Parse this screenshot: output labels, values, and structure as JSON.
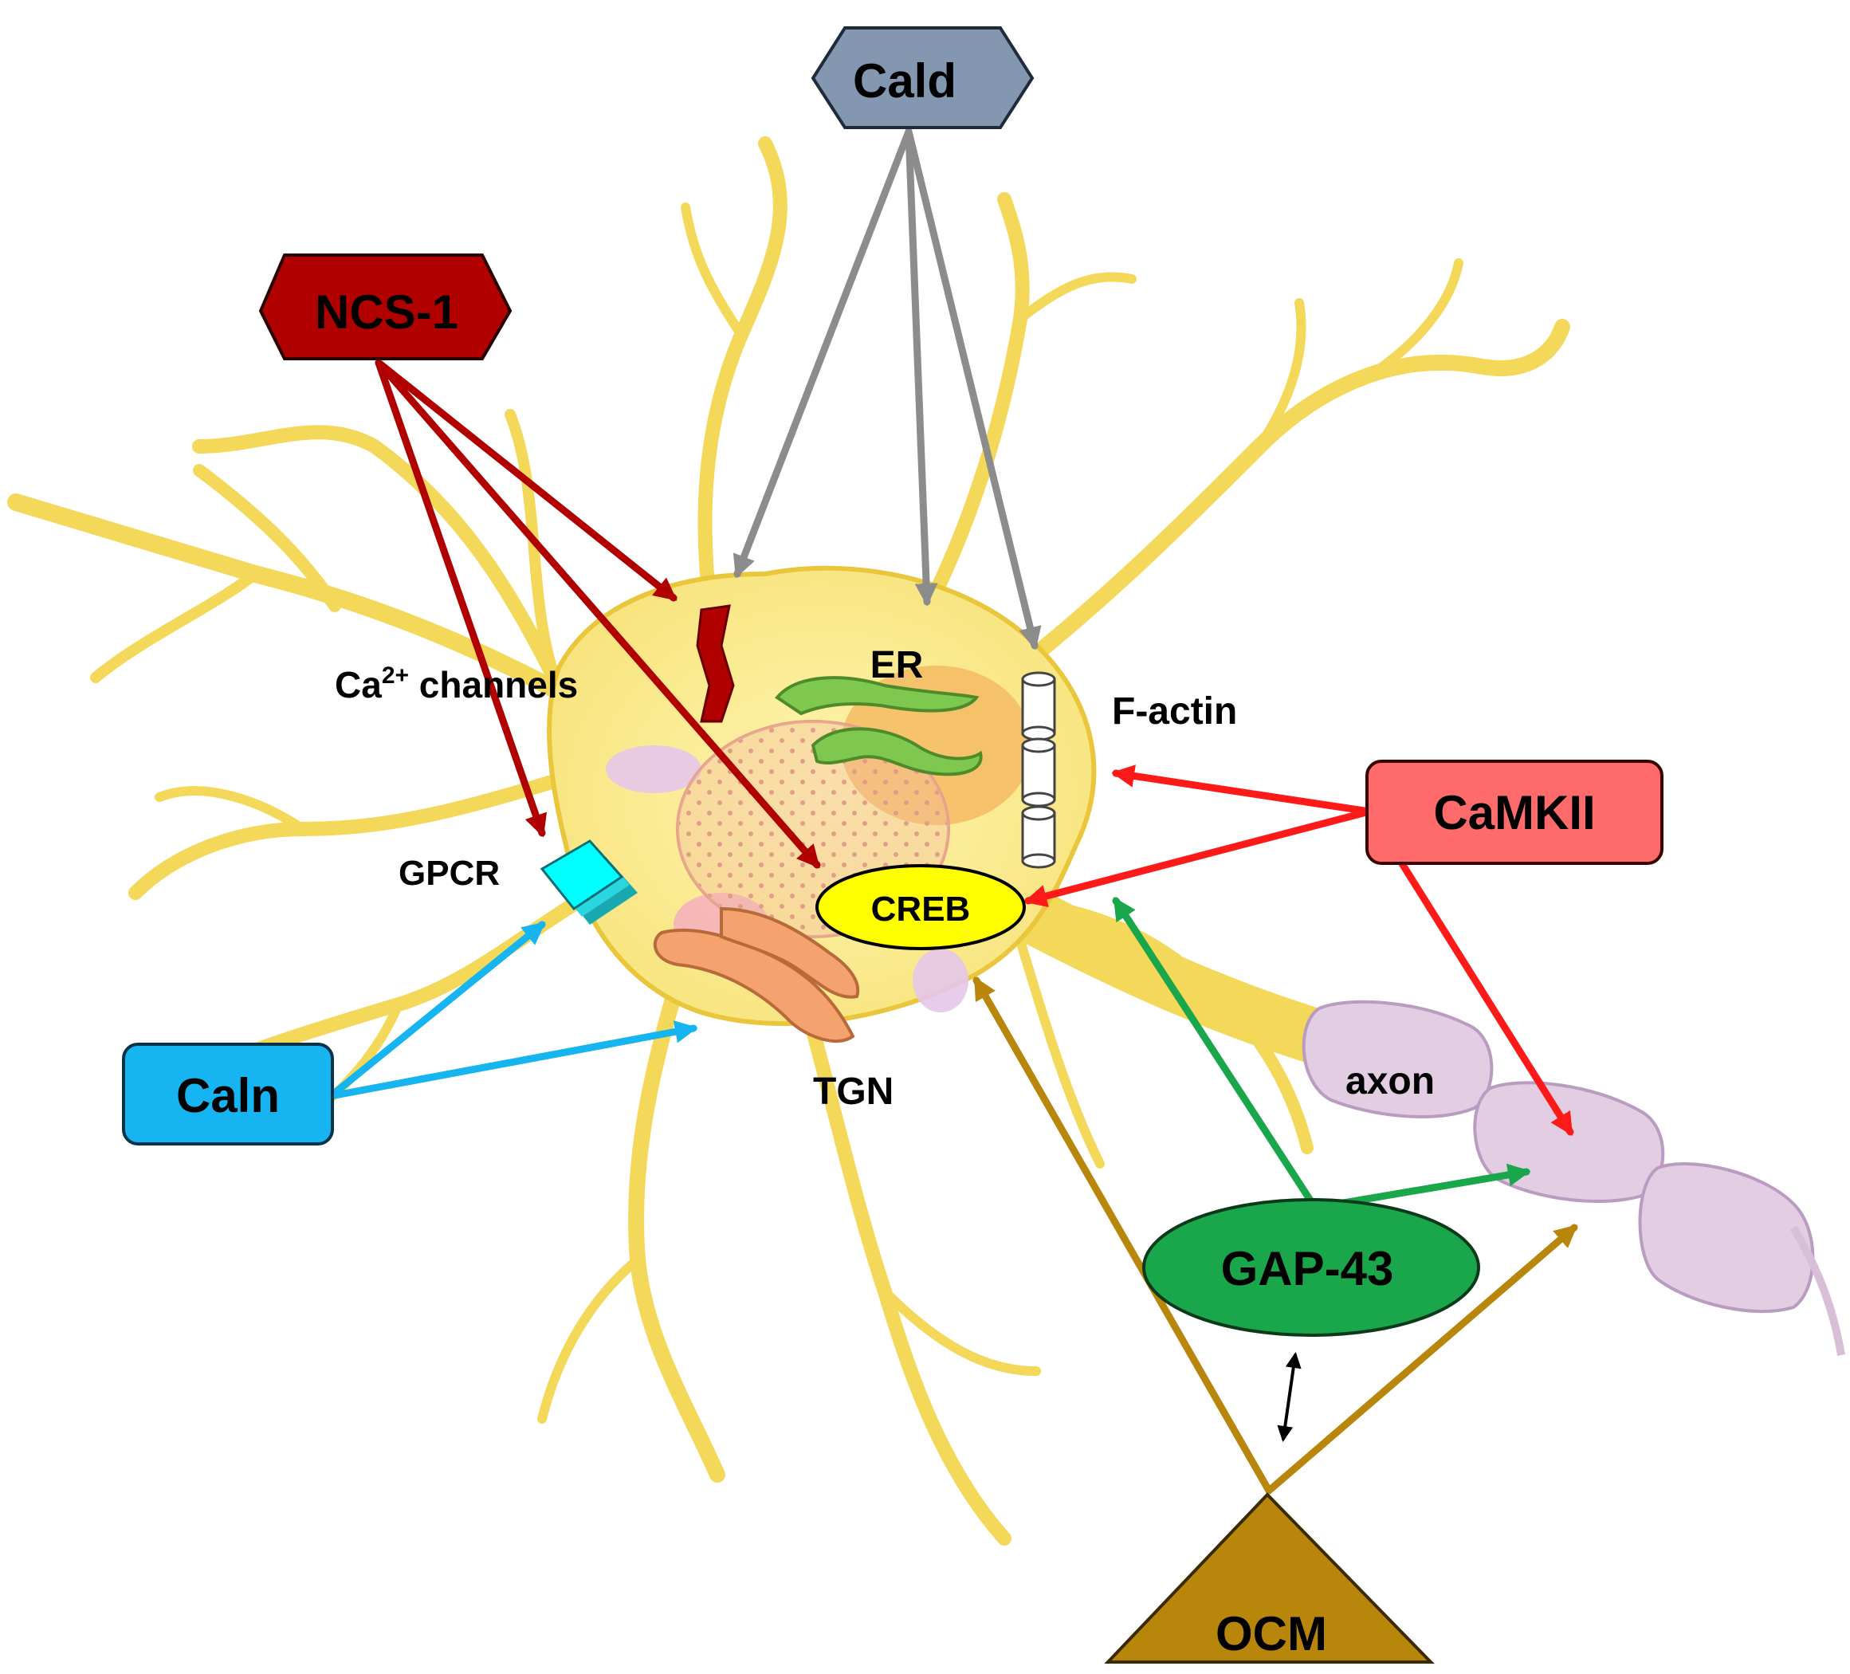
{
  "colors": {
    "neuron_fill": "#f7e37a",
    "neuron_stroke": "#e9c63c",
    "ncs1": "#b00000",
    "cald": "#8497b0",
    "calmkii": "#ff6b6b",
    "caln": "#16b4f0",
    "gap43": "#1aa64a",
    "ocm": "#b8860b",
    "creb": "#ffff00",
    "gray_arrow": "#8c8c8c",
    "red_arrow": "#ff1a1a",
    "blue_arrow": "#16b4f0",
    "green_arrow": "#1aa64a",
    "gold_arrow": "#b8860b"
  },
  "nodes": {
    "cald": "Cald",
    "ncs1": "NCS-1",
    "calmkii": "CaMKII",
    "caln": "Caln",
    "gap43": "GAP-43",
    "ocm": "OCM",
    "creb": "CREB"
  },
  "labels": {
    "er": "ER",
    "factin": "F-actin",
    "ca_channels_prefix": "Ca",
    "ca_channels_sup": "2+",
    "ca_channels_suffix": " channels",
    "gpcr": "GPCR",
    "tgn": "TGN",
    "axon": "axon"
  },
  "edges": [
    {
      "from": "Cald",
      "to": "Ca2+ channels"
    },
    {
      "from": "Cald",
      "to": "ER"
    },
    {
      "from": "Cald",
      "to": "F-actin"
    },
    {
      "from": "NCS-1",
      "to": "Ca2+ channels"
    },
    {
      "from": "NCS-1",
      "to": "GPCR"
    },
    {
      "from": "NCS-1",
      "to": "CREB"
    },
    {
      "from": "CaMKII",
      "to": "F-actin"
    },
    {
      "from": "CaMKII",
      "to": "CREB"
    },
    {
      "from": "CaMKII",
      "to": "axon"
    },
    {
      "from": "Caln",
      "to": "GPCR"
    },
    {
      "from": "Caln",
      "to": "TGN"
    },
    {
      "from": "GAP-43",
      "to": "cell body"
    },
    {
      "from": "GAP-43",
      "to": "axon"
    },
    {
      "from": "OCM",
      "to": "CREB"
    },
    {
      "from": "OCM",
      "to": "axon"
    },
    {
      "from": "OCM",
      "to": "GAP-43",
      "bidirectional": true
    }
  ]
}
